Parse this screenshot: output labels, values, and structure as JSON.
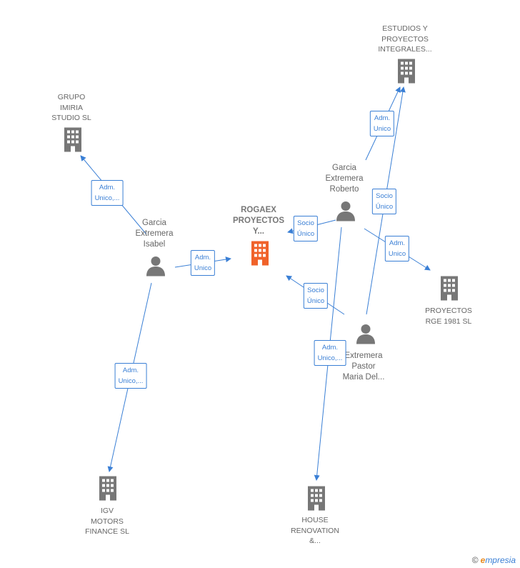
{
  "nodes": {
    "estudios": {
      "label": "ESTUDIOS Y\nPROYECTOS\nINTEGRALES..."
    },
    "grupo": {
      "label": "GRUPO\nIMIRIA\nSTUDIO  SL"
    },
    "rogaex": {
      "label": "ROGAEX\nPROYECTOS\nY..."
    },
    "roberto": {
      "label": "Garcia\nExtremera\nRoberto"
    },
    "isabel": {
      "label": "Garcia\nExtremera\nIsabel"
    },
    "proyectos_rge": {
      "label": "PROYECTOS\nRGE 1981  SL"
    },
    "maria": {
      "label": "Extremera\nPastor\nMaria Del..."
    },
    "igv": {
      "label": "IGV\nMOTORS\nFINANCE  SL"
    },
    "house": {
      "label": "HOUSE\nRENOVATION\n&..."
    }
  },
  "edges": {
    "roberto_estudios": "Adm.\nUnico",
    "maria_estudios": "Socio\nÚnico",
    "roberto_rogaex": "Socio\nÚnico",
    "roberto_rge": "Adm.\nUnico",
    "isabel_grupo": "Adm.\nUnico,...",
    "isabel_rogaex": "Adm.\nUnico",
    "maria_rogaex": "Socio\nÚnico",
    "roberto_house": "Adm.\nUnico,...",
    "isabel_igv": "Adm.\nUnico,..."
  },
  "watermark": {
    "copyright": "©",
    "brand_initial": "e",
    "brand_rest": "mpresia"
  },
  "colors": {
    "edge": "#3a7fd5",
    "company": "#777777",
    "main_company": "#f0622a",
    "person": "#777777"
  }
}
